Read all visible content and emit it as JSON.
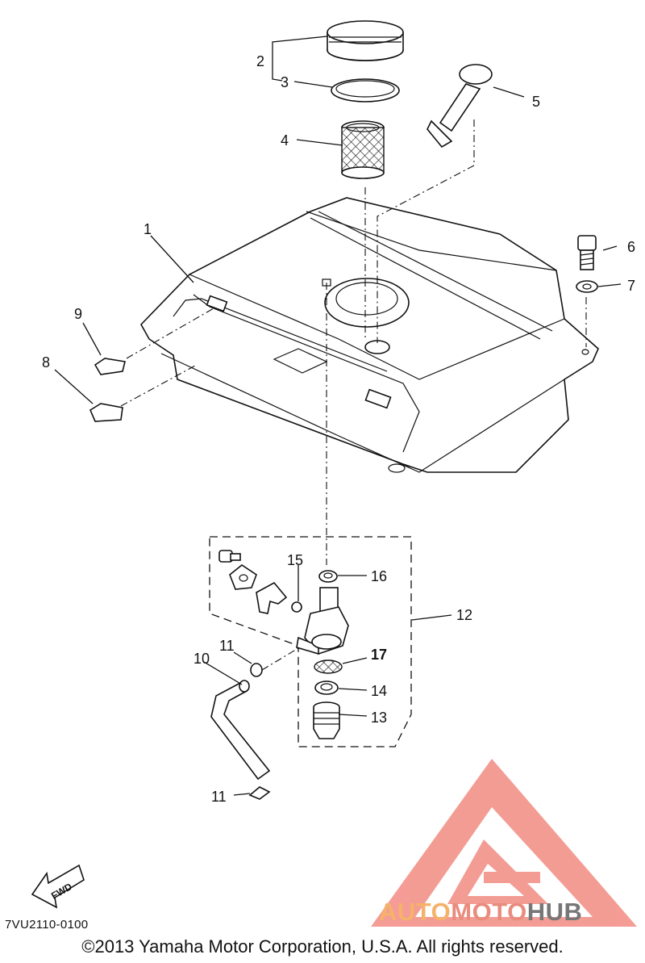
{
  "diagram": {
    "callouts": {
      "c1": "1",
      "c2": "2",
      "c3": "3",
      "c4": "4",
      "c5": "5",
      "c6": "6",
      "c7": "7",
      "c8": "8",
      "c9": "9",
      "c10": "10",
      "c11a": "11",
      "c11b": "11",
      "c12": "12",
      "c13": "13",
      "c14": "14",
      "c15": "15",
      "c16": "16",
      "c17": "17"
    },
    "fwd_label": "FWD",
    "diagram_code": "7VU2110-0100",
    "copyright": "©2013 Yamaha Motor Corporation, U.S.A. All rights reserved."
  },
  "watermark": {
    "word_1": "AUTO",
    "word_2": "MOTO",
    "word_3": "HUB",
    "colors": {
      "auto": "#f6b26b",
      "moto": "#e98c7e",
      "hub": "#777777",
      "logo": "#f28b82"
    }
  }
}
